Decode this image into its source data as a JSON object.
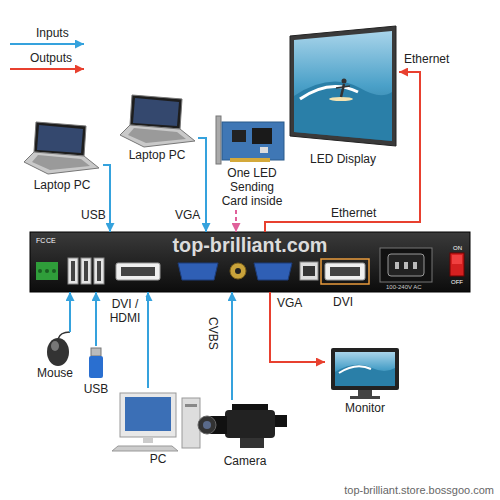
{
  "diagram": {
    "nodes": [
      {
        "text": [
          "LED Display"
        ]
      },
      {
        "text": [
          "Laptop PC"
        ]
      },
      {
        "text": [
          "Laptop PC"
        ]
      },
      {
        "text": [
          "One LED Sending Card inside"
        ]
      },
      {
        "text": [
          "top-brilliant.com"
        ]
      },
      {
        "text": [
          "Mouse"
        ]
      },
      {
        "text": [
          "USB"
        ]
      },
      {
        "text": [
          "Monitor"
        ]
      },
      {
        "text": [
          "PC"
        ]
      },
      {
        "text": [
          "Camera"
        ]
      }
    ],
    "edges": [
      {
        "from": 1,
        "to": 4,
        "arrow": "to",
        "label": "USB"
      },
      {
        "from": 2,
        "to": 4,
        "arrow": "to",
        "label": "VGA"
      },
      {
        "from": 3,
        "to": 4,
        "arrow": "to"
      },
      {
        "from": 5,
        "to": 4,
        "arrow": "to"
      },
      {
        "from": 6,
        "to": 4,
        "arrow": "to"
      },
      {
        "from": 8,
        "to": 4,
        "arrow": "to",
        "label": "DVI / HDMI"
      },
      {
        "from": 9,
        "to": 4,
        "arrow": "to",
        "label": "CVBS"
      },
      {
        "from": 4,
        "to": 0,
        "arrow": "to",
        "label": "Ethernet"
      },
      {
        "from": 4,
        "to": 7,
        "arrow": "to",
        "label": "VGA"
      }
    ],
    "labels": [
      "Ethernet",
      "DVI",
      "FC",
      "CE",
      "100-240V AC",
      "ON",
      "OFF",
      "top-brilliant.store.bossgoo.com"
    ],
    "legend": [
      {
        "text": "Inputs"
      },
      {
        "text": "Outputs"
      }
    ]
  }
}
